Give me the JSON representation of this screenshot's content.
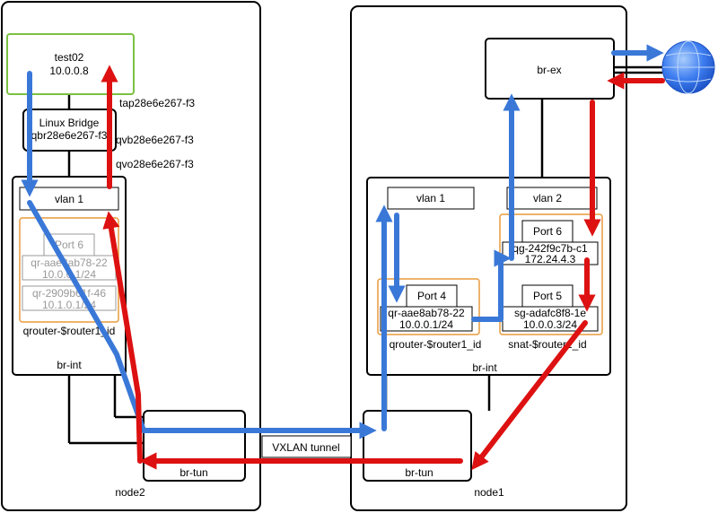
{
  "colors": {
    "flow_out": "#3a78d8",
    "flow_in": "#dd1111",
    "vm_border": "#7ac143",
    "qrouter_border": "#e89a3c",
    "inactive_text": "#999999",
    "globe": "#3d7df0"
  },
  "node2": {
    "label": "node2",
    "vm": {
      "name": "test02",
      "ip": "10.0.0.8"
    },
    "tap": "tap28e6e267-f3",
    "linux_bridge": {
      "title": "Linux Bridge",
      "name": "qbr28e6e267-f3"
    },
    "qvb": "qvb28e6e267-f3",
    "qvo": "qvo28e6e267-f3",
    "br_int": {
      "label": "br-int",
      "vlan": "vlan 1",
      "qrouter": {
        "label": "qrouter-$router1_id",
        "port": "Port 6",
        "if1_name": "qr-aae8ab78-22",
        "if1_ip": "10.0.0.1/24",
        "if2_name": "qr-2909b61f-46",
        "if2_ip": "10.1.0.1/24"
      }
    },
    "br_tun": "br-tun"
  },
  "tunnel_label": "VXLAN tunnel",
  "node1": {
    "label": "node1",
    "br_ex": "br-ex",
    "br_int": {
      "label": "br-int",
      "vlan1": "vlan 1",
      "vlan2": "vlan 2",
      "qrouter": {
        "label": "qrouter-$router1_id",
        "port": "Port 4",
        "if_name": "qr-aae8ab78-22",
        "if_ip": "10.0.0.1/24"
      },
      "snat": {
        "label": "snat-$router1_id",
        "port6": "Port 6",
        "qg_name": "qg-242f9c7b-c1",
        "qg_ip": "172.24.4.3",
        "port5": "Port 5",
        "sg_name": "sg-adafc8f8-1e",
        "sg_ip": "10.0.0.3/24"
      }
    },
    "br_tun": "br-tun"
  },
  "internet_icon": "globe-icon"
}
